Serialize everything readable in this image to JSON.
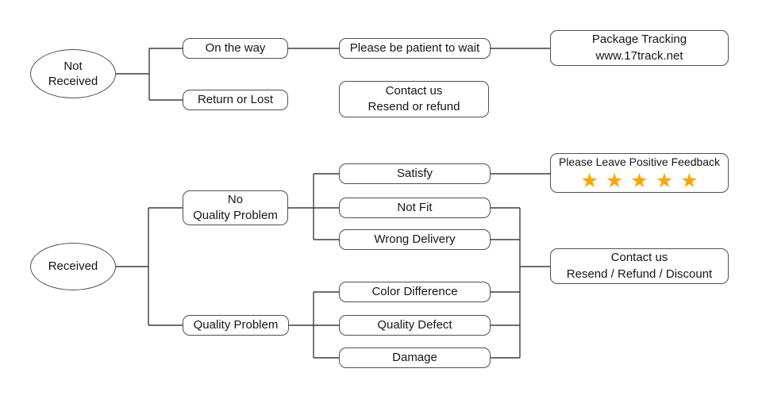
{
  "colors": {
    "line": "#3d3d3d",
    "border": "#4f4f4f",
    "text": "#161616",
    "star": "#FFA500",
    "background": "#ffffff"
  },
  "nodes": {
    "not_received": {
      "line1": "Not",
      "line2": "Received"
    },
    "received": {
      "label": "Received"
    },
    "on_the_way": {
      "label": "On the way"
    },
    "return_or_lost": {
      "label": "Return or Lost"
    },
    "please_wait": {
      "label": "Please be patient to wait"
    },
    "package_tracking": {
      "line1": "Package Tracking",
      "line2": "www.17track.net"
    },
    "contact_resend_refund": {
      "line1": "Contact us",
      "line2": "Resend or refund"
    },
    "no_quality_problem": {
      "line1": "No",
      "line2": "Quality Problem"
    },
    "quality_problem": {
      "label": "Quality Problem"
    },
    "satisfy": {
      "label": "Satisfy"
    },
    "not_fit": {
      "label": "Not Fit"
    },
    "wrong_delivery": {
      "label": "Wrong Delivery"
    },
    "color_difference": {
      "label": "Color Difference"
    },
    "quality_defect": {
      "label": "Quality Defect"
    },
    "damage": {
      "label": "Damage"
    },
    "positive_feedback": {
      "label": "Please Leave Positive Feedback",
      "stars": "★★★★★",
      "star_count": 5
    },
    "contact_discount": {
      "line1": "Contact us",
      "line2": "Resend / Refund / Discount"
    }
  }
}
